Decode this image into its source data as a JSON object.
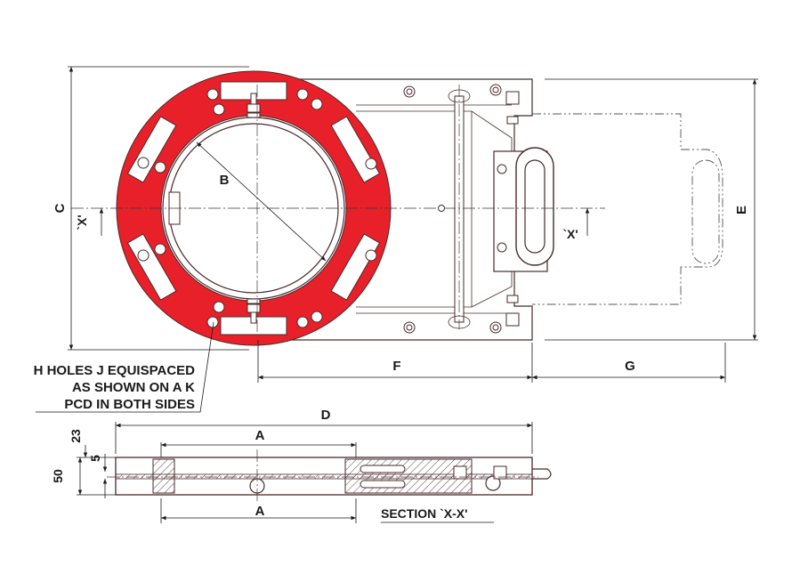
{
  "labels": {
    "A_top": "A",
    "A_bottom": "A",
    "B": "B",
    "C": "C",
    "D": "D",
    "E": "E",
    "F": "F",
    "G": "G",
    "dim_23": "23",
    "dim_5": "5",
    "dim_50": "50",
    "section_mark_left": "`X'",
    "section_mark_right": "`X'",
    "section_title": "SECTION `X-X'"
  },
  "note": {
    "line1": "H HOLES J EQUISPACED",
    "line2": "AS SHOWN ON A K",
    "line3": "PCD IN BOTH SIDES"
  },
  "colors": {
    "flange": "#e8202a",
    "outline": "#4a2a2a",
    "dimension": "#1a1a1a",
    "hatch": "#4a2a2a"
  }
}
